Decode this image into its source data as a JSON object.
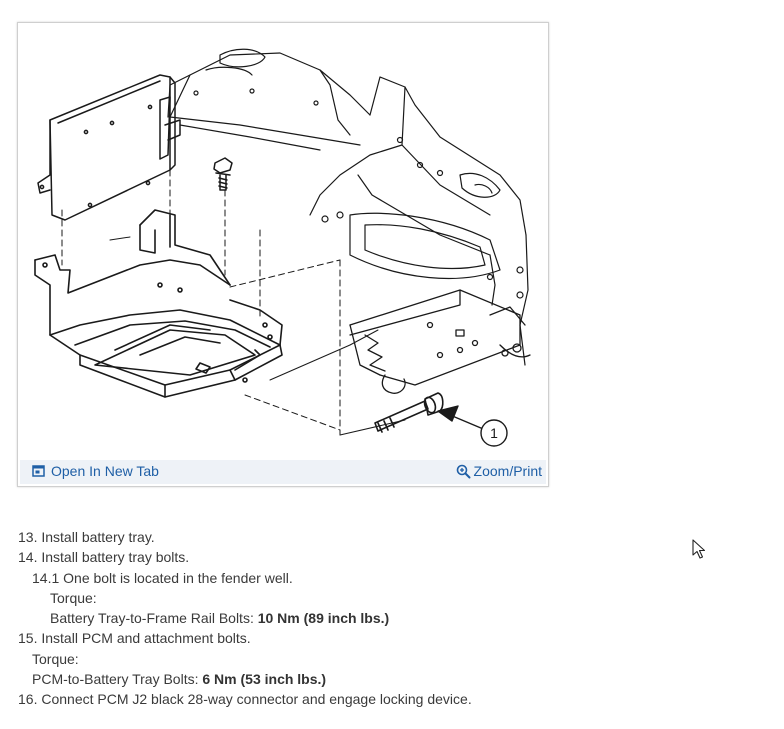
{
  "figure": {
    "callout_label": "1",
    "toolbar": {
      "open_new_tab_label": "Open In New Tab",
      "open_new_tab_icon": "open-in-new-tab-icon",
      "zoom_print_label": "Zoom/Print",
      "zoom_icon": "zoom-in-icon",
      "link_color": "#1f5fa6",
      "bar_color": "#eef2f7"
    }
  },
  "steps": [
    {
      "text": "13. Install battery tray."
    },
    {
      "text": "14. Install battery tray bolts."
    },
    {
      "text": "14.1 One bolt is located in the fender well."
    },
    {
      "text": "Torque:"
    },
    {
      "label": "Battery Tray-to-Frame Rail Bolts: ",
      "value": "10 Nm (89 inch lbs.)"
    },
    {
      "text": "15. Install PCM and attachment bolts."
    },
    {
      "text": "Torque:"
    },
    {
      "label": "PCM-to-Battery Tray Bolts: ",
      "value": "6 Nm (53 inch lbs.)"
    },
    {
      "text": "16. Connect PCM J2 black 28-way connector and engage locking device."
    }
  ]
}
